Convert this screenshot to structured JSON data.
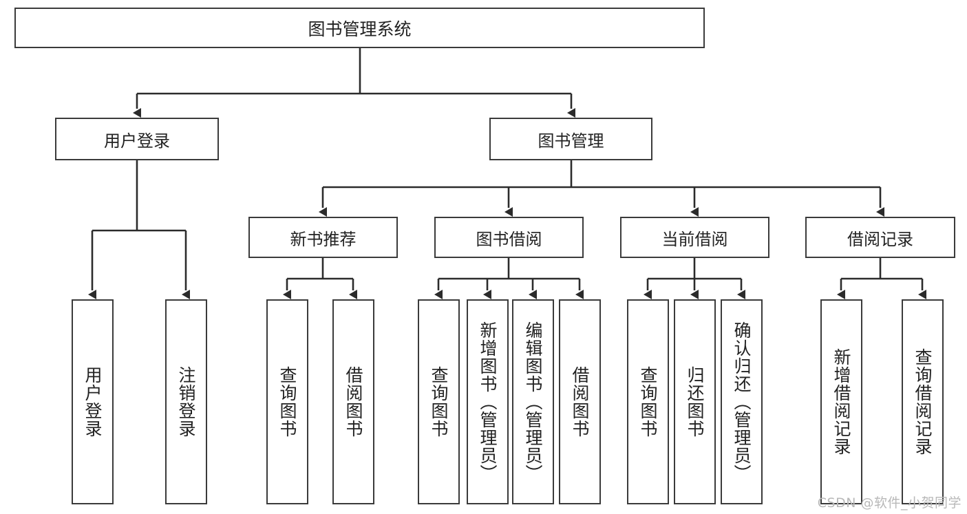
{
  "diagram": {
    "type": "tree",
    "title": "图书管理系统",
    "watermark": "CSDN @软件_小贺同学",
    "colors": {
      "box_border": "#3a3a3a",
      "box_fill": "#ffffff",
      "connector": "#2b2b2b",
      "text": "#222222",
      "watermark": "#b8b8b8"
    },
    "nodes": {
      "root": {
        "label": "图书管理系统"
      },
      "level2": [
        {
          "label": "用户登录"
        },
        {
          "label": "图书管理"
        }
      ],
      "level3": [
        {
          "label": "新书推荐"
        },
        {
          "label": "图书借阅"
        },
        {
          "label": "当前借阅"
        },
        {
          "label": "借阅记录"
        }
      ],
      "leaves": {
        "user_login": [
          {
            "label": "用户登录"
          },
          {
            "label": "注销登录"
          }
        ],
        "new_book_recommend": [
          {
            "label": "查询图书"
          },
          {
            "label": "借阅图书"
          }
        ],
        "book_borrow": [
          {
            "label": "查询图书"
          },
          {
            "label": "新增图书（管理员）"
          },
          {
            "label": "编辑图书（管理员）"
          },
          {
            "label": "借阅图书"
          }
        ],
        "current_borrow": [
          {
            "label": "查询图书"
          },
          {
            "label": "归还图书"
          },
          {
            "label": "确认归还（管理员）"
          }
        ],
        "borrow_record": [
          {
            "label": "新增借阅记录"
          },
          {
            "label": "查询借阅记录"
          }
        ]
      }
    }
  }
}
